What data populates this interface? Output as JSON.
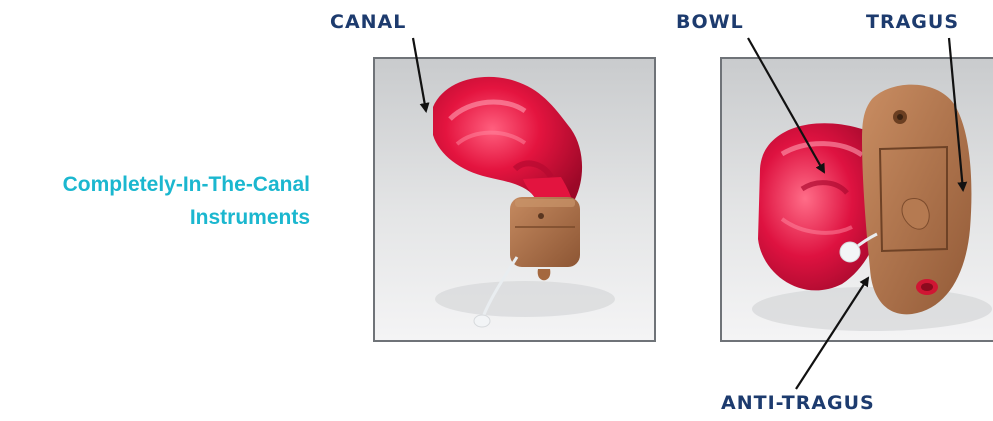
{
  "title": {
    "line1": "Completely-In-The-Canal",
    "line2": "Instruments"
  },
  "callouts": {
    "canal": "CANAL",
    "bowl": "BOWL",
    "tragus": "TRAGUS",
    "anti_tragus": "ANTI-TRAGUS"
  },
  "colors": {
    "title_text": "#1bb7cf",
    "callout_text": "#1d3b6e",
    "shell_red": "#d8113a",
    "faceplate_tan": "#a8704a",
    "frame_gray": "#6f7378"
  }
}
